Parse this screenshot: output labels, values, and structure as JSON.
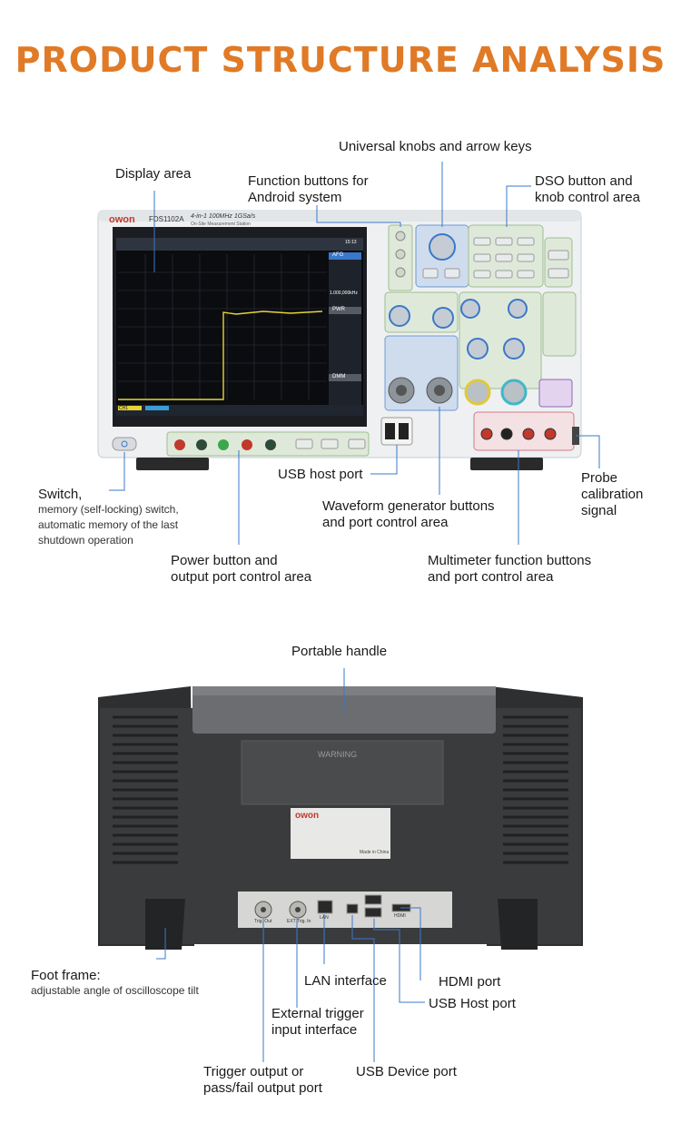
{
  "title": "PRODUCT STRUCTURE ANALYSIS",
  "front": {
    "brand": "owon",
    "model": "FDS1102A",
    "model_desc": "4-in-1  100MHz  1GSa/s",
    "model_subdesc": "On-Site Measurement Station",
    "screen": {
      "ch1_info": "CH1",
      "right_panel_1": "AFG",
      "right_panel_2": "PWR",
      "right_panel_3": "DMM",
      "freq": "1.000,000kHz",
      "time": "15:13"
    }
  },
  "labels": {
    "display_area": "Display area",
    "universal_knobs": "Universal knobs and arrow keys",
    "function_buttons": "Function buttons for\nAndroid system",
    "dso_button": "DSO button and\nknob control area",
    "switch_title": "Switch,",
    "switch_sub": "memory (self-locking) switch,\nautomatic memory of the last\nshutdown operation",
    "usb_host_port_front": "USB host port",
    "probe_cal": "Probe\ncalibration\nsignal",
    "waveform_gen": "Waveform generator buttons\nand port control area",
    "power_button": "Power button and\noutput port control area",
    "multimeter": "Multimeter function buttons\nand port control area",
    "portable_handle": "Portable handle",
    "foot_frame_title": "Foot frame:",
    "foot_frame_sub": "adjustable angle of oscilloscope tilt",
    "lan": "LAN interface",
    "hdmi": "HDMI port",
    "ext_trigger": "External trigger\ninput interface",
    "usb_host_back": "USB Host port",
    "trigger_out": "Trigger output or\npass/fail output port",
    "usb_device": "USB Device port"
  },
  "back": {
    "warning": "WARNING",
    "brand": "owon",
    "made_in": "Made in China",
    "port_labels": [
      "Trig. Out",
      "EXT Trig. In",
      "LAN",
      "",
      "",
      "HDMI"
    ]
  },
  "colors": {
    "accent": "#e07a26",
    "line": "#3a78c9",
    "panel_green": "#d8e8d8",
    "panel_blue": "#cfe0f0"
  }
}
